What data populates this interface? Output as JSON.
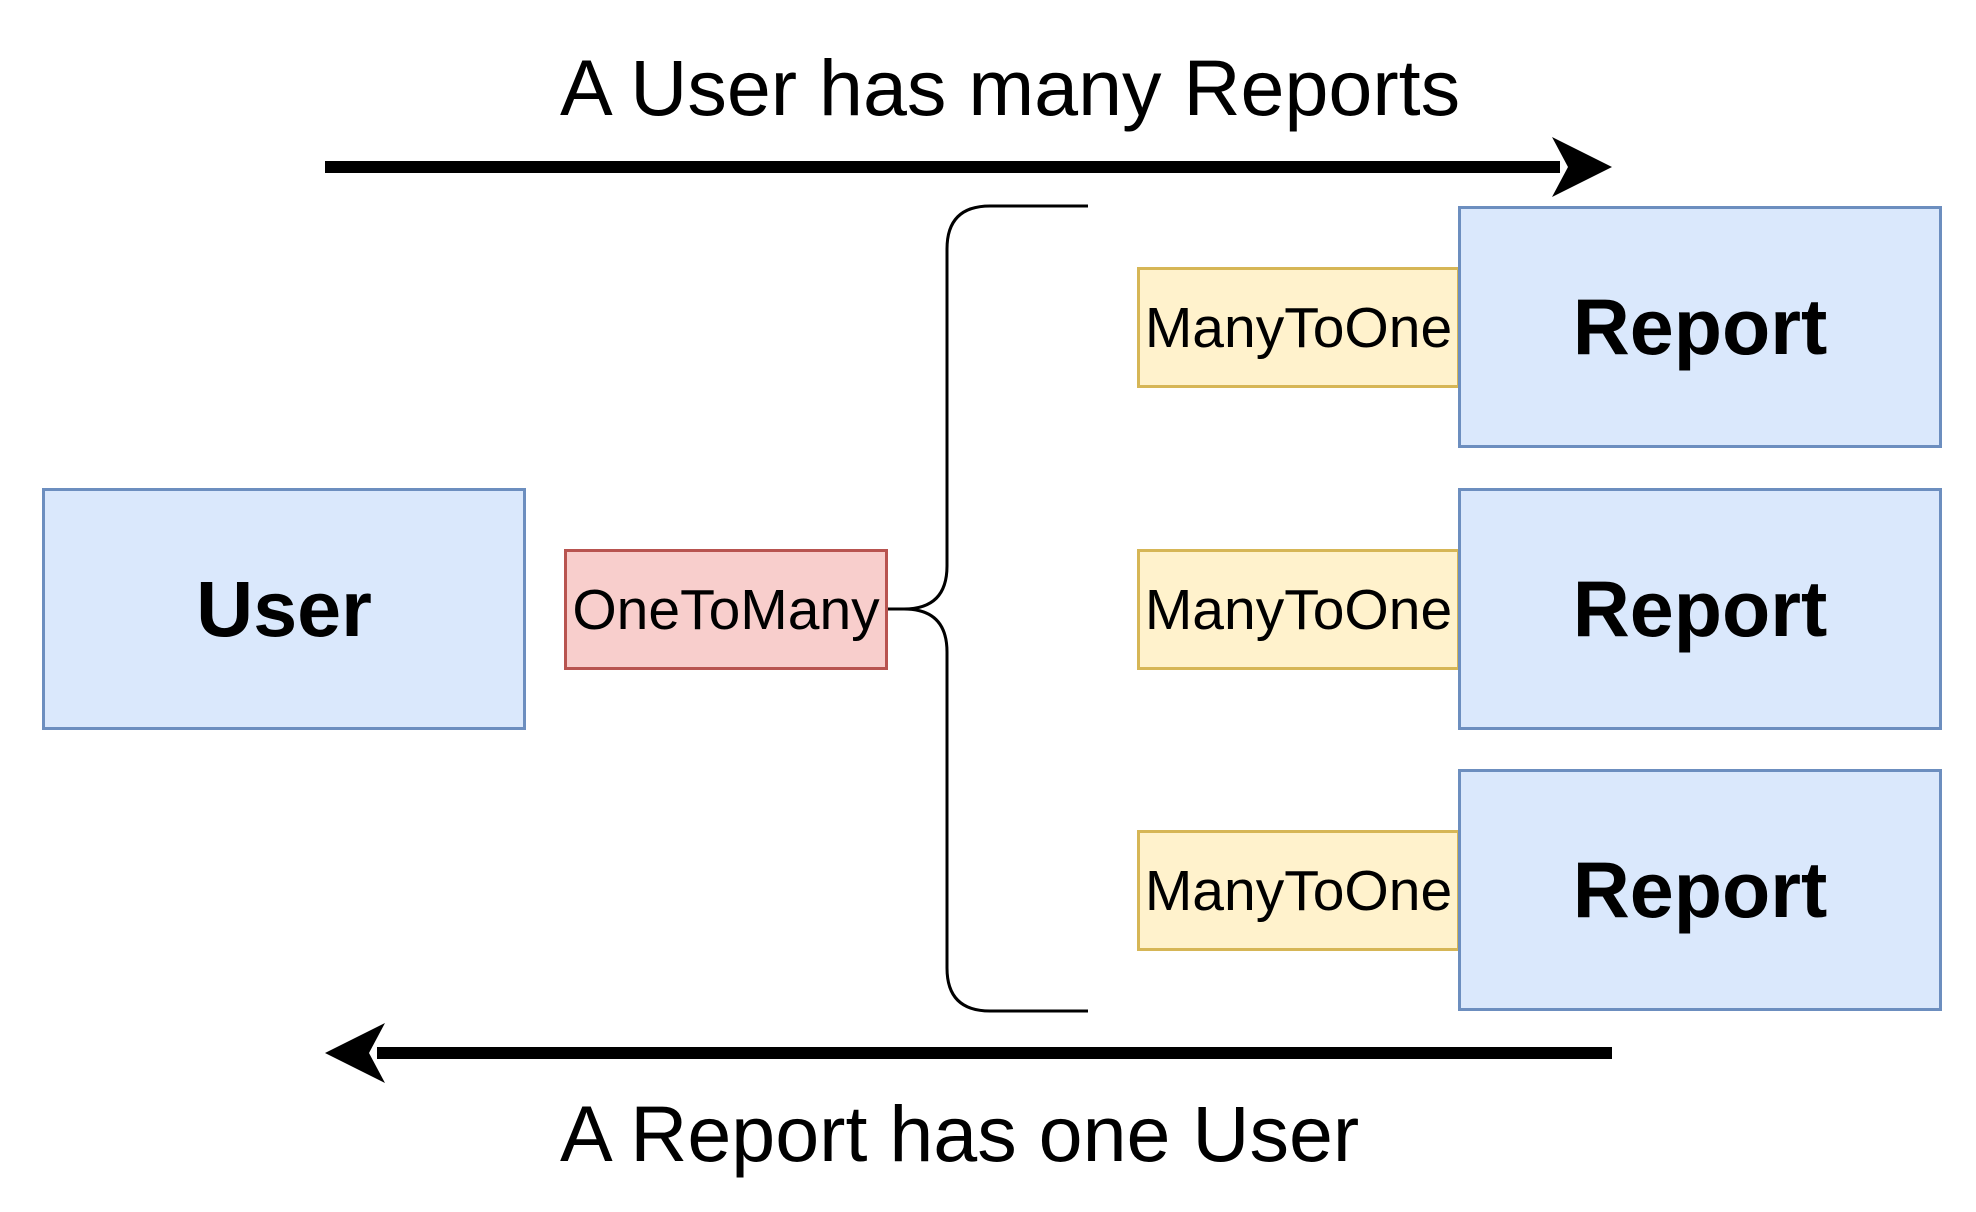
{
  "diagram": {
    "caption_top": "A User has many Reports",
    "caption_bottom": "A Report has one User",
    "user_entity": "User",
    "one_to_many_label": "OneToMany",
    "reports": [
      {
        "entity": "Report",
        "relation": "ManyToOne"
      },
      {
        "entity": "Report",
        "relation": "ManyToOne"
      },
      {
        "entity": "Report",
        "relation": "ManyToOne"
      }
    ],
    "colors": {
      "entity_fill": "#dae8fc",
      "entity_stroke": "#6c8ebf",
      "one_to_many_fill": "#f8cecc",
      "one_to_many_stroke": "#b85450",
      "many_to_one_fill": "#fff2cc",
      "many_to_one_stroke": "#d6b656"
    }
  }
}
